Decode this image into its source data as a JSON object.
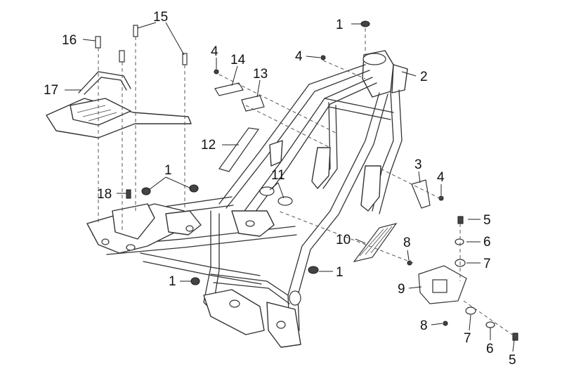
{
  "callouts": [
    {
      "id": "c1a",
      "label": "1"
    },
    {
      "id": "c2",
      "label": "2"
    },
    {
      "id": "c4a",
      "label": "4"
    },
    {
      "id": "c4b",
      "label": "4"
    },
    {
      "id": "c14",
      "label": "14"
    },
    {
      "id": "c13",
      "label": "13"
    },
    {
      "id": "c15",
      "label": "15"
    },
    {
      "id": "c16",
      "label": "16"
    },
    {
      "id": "c17",
      "label": "17"
    },
    {
      "id": "c12",
      "label": "12"
    },
    {
      "id": "c1b",
      "label": "1"
    },
    {
      "id": "c11",
      "label": "11"
    },
    {
      "id": "c18",
      "label": "18"
    },
    {
      "id": "c3",
      "label": "3"
    },
    {
      "id": "c4c",
      "label": "4"
    },
    {
      "id": "c5a",
      "label": "5"
    },
    {
      "id": "c10",
      "label": "10"
    },
    {
      "id": "c8a",
      "label": "8"
    },
    {
      "id": "c6a",
      "label": "6"
    },
    {
      "id": "c7a",
      "label": "7"
    },
    {
      "id": "c1c",
      "label": "1"
    },
    {
      "id": "c1d",
      "label": "1"
    },
    {
      "id": "c9",
      "label": "9"
    },
    {
      "id": "c8b",
      "label": "8"
    },
    {
      "id": "c7b",
      "label": "7"
    },
    {
      "id": "c6b",
      "label": "6"
    },
    {
      "id": "c5b",
      "label": "5"
    }
  ]
}
